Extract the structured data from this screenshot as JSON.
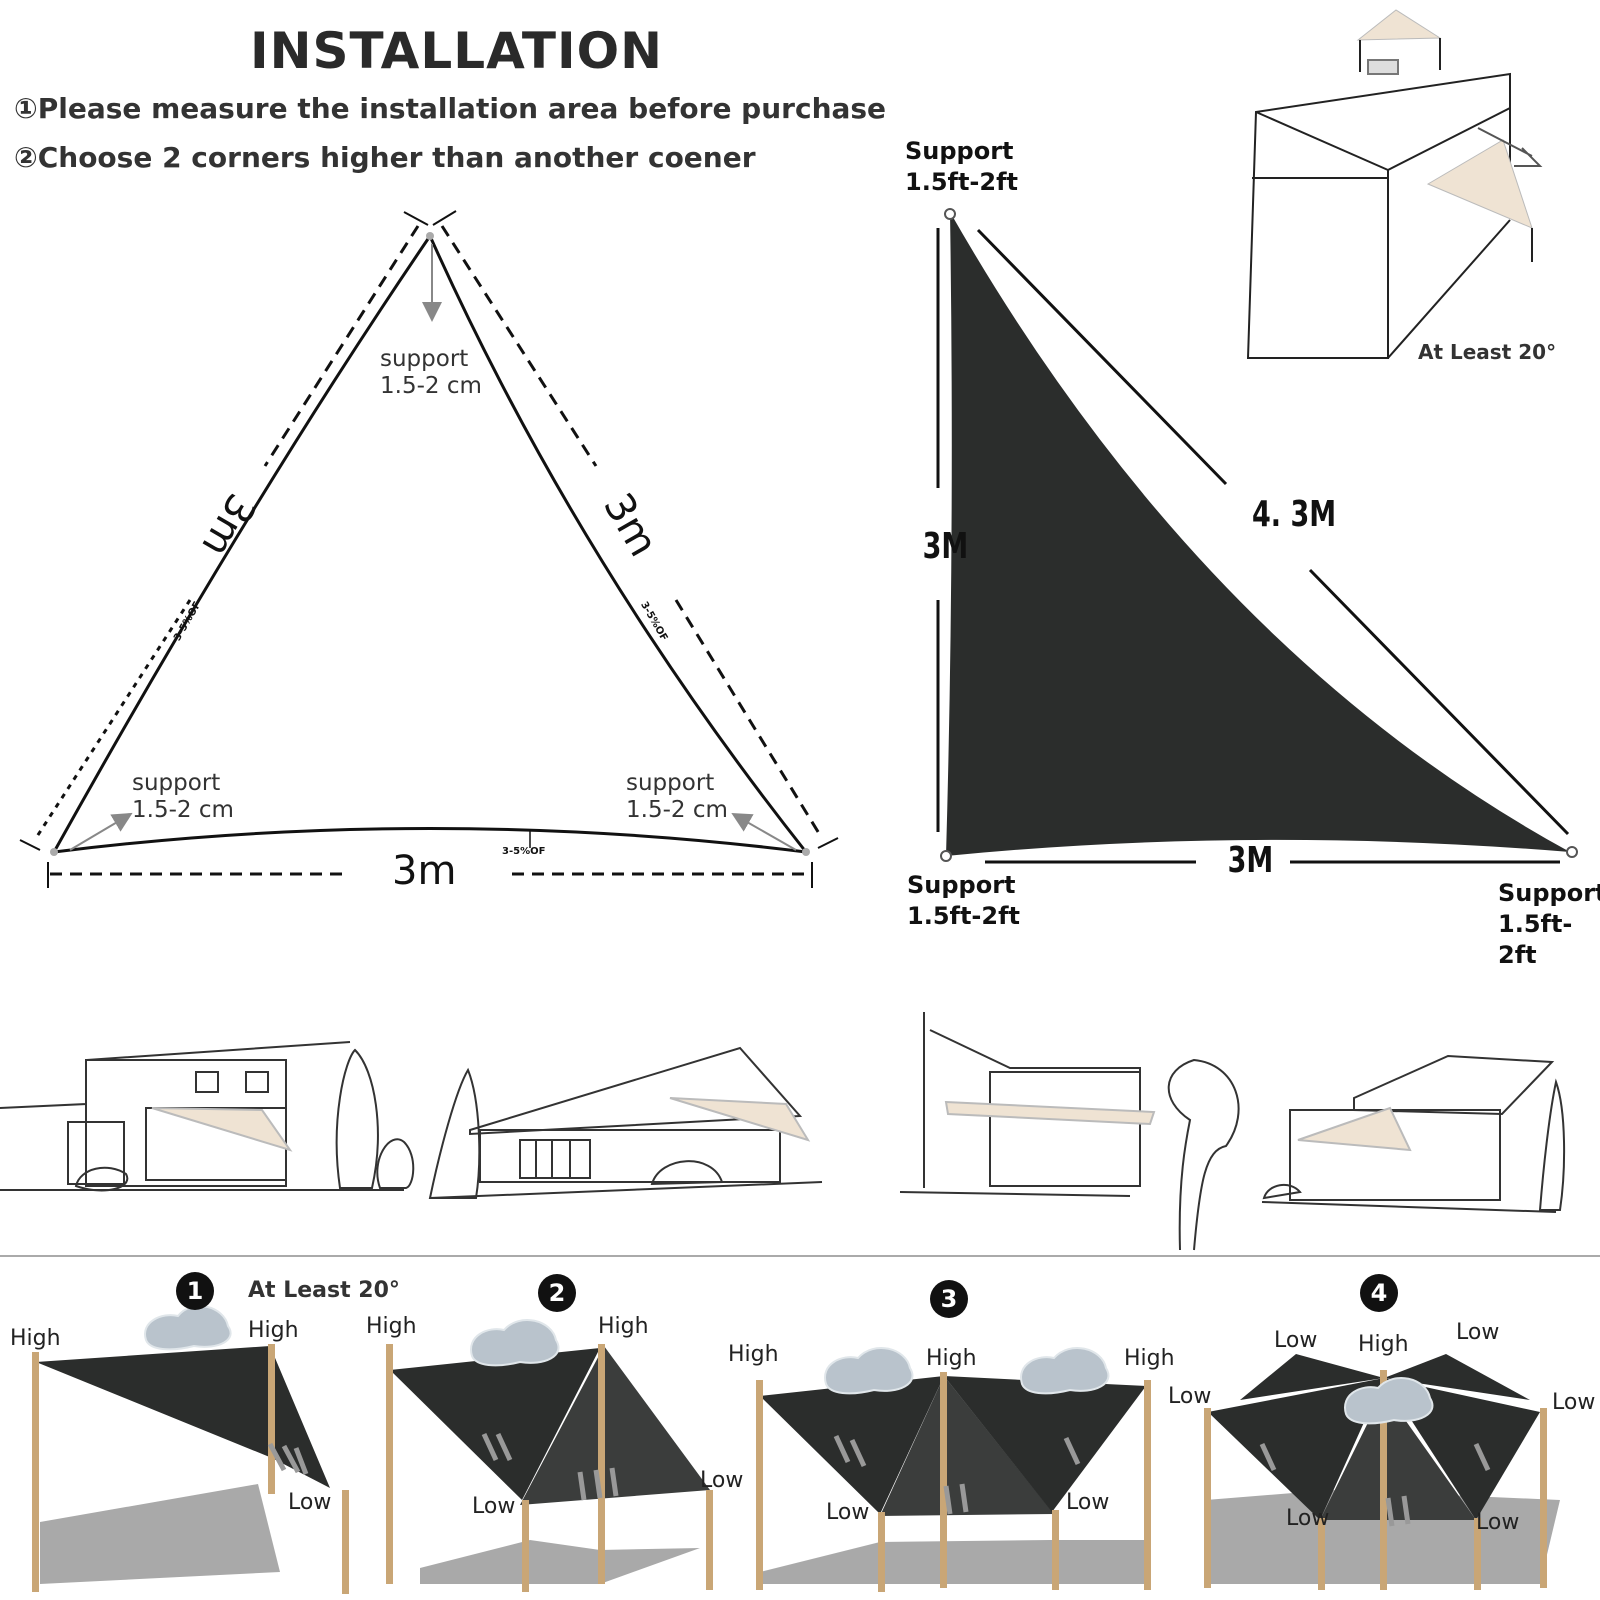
{
  "title": "INSTALLATION",
  "steps": [
    "①Please measure the installation area before purchase",
    "②Choose 2 corners higher than another coener"
  ],
  "left_diagram": {
    "support_top": [
      "support",
      "1.5-2 cm"
    ],
    "support_left": [
      "support",
      "1.5-2 cm"
    ],
    "support_right": [
      "support",
      "1.5-2 cm"
    ],
    "side_left": "3m",
    "side_right": "3m",
    "side_bottom": "3m",
    "sag_label": "3-5%OF"
  },
  "right_diagram": {
    "support_label": "Support",
    "support_value": "1.5ft-2ft",
    "vertical_side": "3M",
    "hypotenuse": "4. 3M",
    "bottom_side": "3M",
    "angle_note": "At Least 20°"
  },
  "bottom_panels": {
    "angle_note": "At Least 20°",
    "numbers": [
      "1",
      "2",
      "3",
      "4"
    ],
    "high": "High",
    "low": "Low"
  },
  "colors": {
    "shade": "#2b2d2c",
    "sail_beige": "#efe3d3",
    "pole": "#c9a676",
    "ground": "#a9a9a9"
  }
}
